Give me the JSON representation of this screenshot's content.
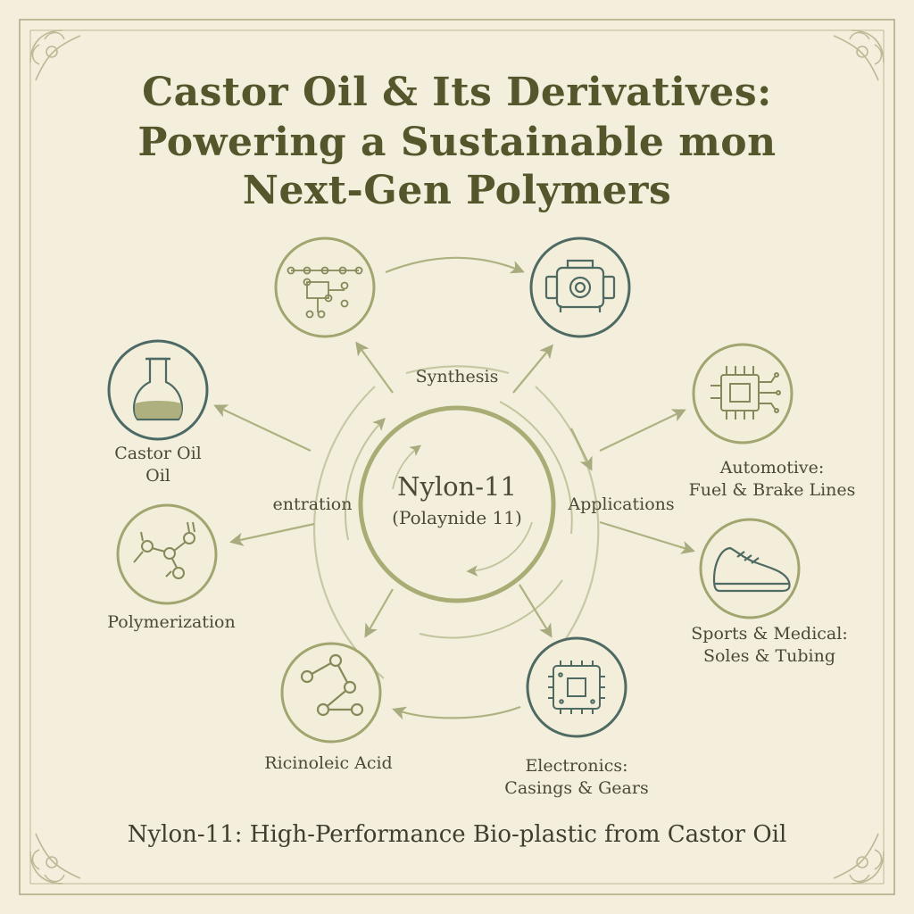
{
  "title": {
    "line1": "Castor Oil & Its Derivatives:",
    "line2": "Powering a Sustainable mon",
    "line3": "Next-Gen Polymers"
  },
  "center": {
    "name": "Nylon-11",
    "subtitle": "(Polaynide 11)"
  },
  "ring_labels": {
    "top": "Synthesis",
    "left": "entration",
    "right": "Applications"
  },
  "nodes": {
    "castor_oil": {
      "line1": "Castor Oil",
      "line2": "Oil",
      "icon": "flask-icon"
    },
    "polymerization": {
      "label": "Polymerization",
      "icon": "molecule-icon"
    },
    "ricinoleic_acid": {
      "label": "Ricinoleic Acid",
      "icon": "molecular-chain-icon"
    },
    "synthesis_network": {
      "icon": "chemical-network-icon"
    },
    "engine": {
      "icon": "engine-icon"
    },
    "automotive": {
      "line1": "Automotive:",
      "line2": "Fuel & Brake Lines",
      "icon": "microchip-icon"
    },
    "sports_medical": {
      "line1": "Sports & Medical:",
      "line2": "Soles & Tubing",
      "icon": "sneaker-icon"
    },
    "electronics": {
      "line1": "Electronics:",
      "line2": "Casings & Gears",
      "icon": "circuit-chip-icon"
    }
  },
  "footer": "Nylon-11: High-Performance Bio-plastic from Castor Oil",
  "colors": {
    "background": "#f4efdc",
    "sage": "#9ea26b",
    "teal": "#4b6b66",
    "text": "#4a4a36"
  }
}
